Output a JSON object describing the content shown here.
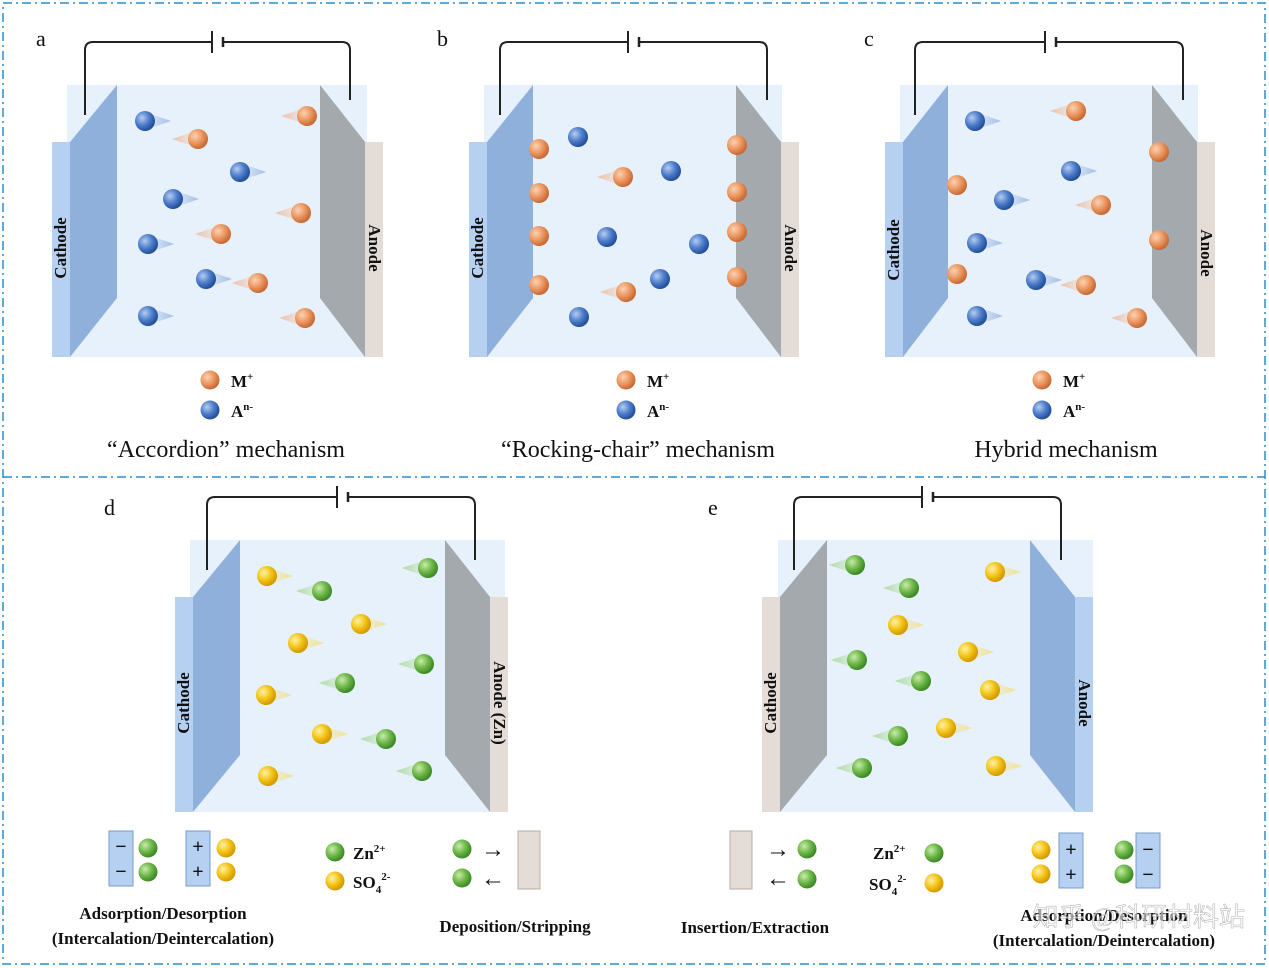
{
  "panels": {
    "a": {
      "letter": "a",
      "caption": "“Accordion” mechanism",
      "cathode": "Cathode",
      "anode": "Anode",
      "legend": [
        {
          "label": "M",
          "sup": "+"
        },
        {
          "label": "A",
          "sup": "n-"
        }
      ]
    },
    "b": {
      "letter": "b",
      "caption": "“Rocking-chair” mechanism",
      "cathode": "Cathode",
      "anode": "Anode",
      "legend": [
        {
          "label": "M",
          "sup": "+"
        },
        {
          "label": "A",
          "sup": "n-"
        }
      ]
    },
    "c": {
      "letter": "c",
      "caption": "Hybrid mechanism",
      "cathode": "Cathode",
      "anode": "Anode",
      "legend": [
        {
          "label": "M",
          "sup": "+"
        },
        {
          "label": "A",
          "sup": "n-"
        }
      ]
    },
    "d": {
      "letter": "d",
      "cathode": "Cathode",
      "anode": "Anode (Zn)",
      "legend": [
        {
          "label": "Zn",
          "sup": "2+",
          "sub": ""
        },
        {
          "label": "SO",
          "sub": "4",
          "sup": "2-"
        }
      ],
      "op_left_line1": "Adsorption/Desorption",
      "op_left_line2": "(Intercalation/Deintercalation)",
      "op_right": "Deposition/Stripping",
      "signs": {
        "minus": "−",
        "plus": "+"
      },
      "arrows": {
        "right": "→",
        "left": "←"
      }
    },
    "e": {
      "letter": "e",
      "cathode": "Cathode",
      "anode": "Anode",
      "legend": [
        {
          "label": "Zn",
          "sup": "2+",
          "sub": ""
        },
        {
          "label": "SO",
          "sub": "4",
          "sup": "2-"
        }
      ],
      "op_left": "Insertion/Extraction",
      "op_right_line1": "Adsorption/Desorption",
      "op_right_line2": "(Intercalation/Deintercalation)",
      "signs": {
        "minus": "−",
        "plus": "+"
      },
      "arrows": {
        "right": "→",
        "left": "←"
      }
    }
  },
  "watermark": "知乎 @科研材料站",
  "colors": {
    "metal_cation": "#e8935f",
    "anion": "#4a78c8",
    "zinc_ion": "#6cb44a",
    "sulfate_ion": "#f2c416",
    "cathode_face": "#8fb0da",
    "cathode_front": "#b6d0f2",
    "anode_face": "#a4a9ae",
    "anode_front": "#e4dcd6",
    "electrolyte": "#e6f1fb",
    "divider": "#2a8ed0"
  }
}
